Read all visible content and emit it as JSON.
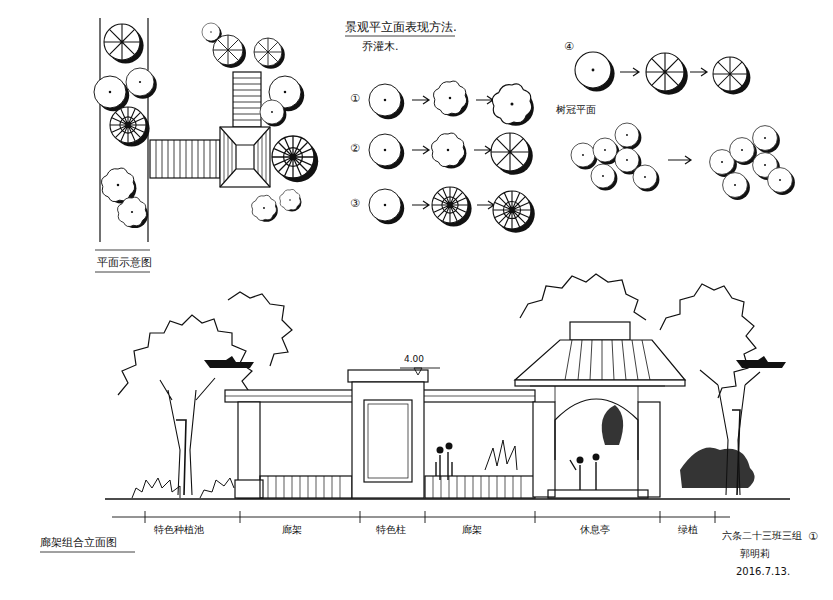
{
  "diagram": {
    "title": "景观平立面表现方法.",
    "labels": [
      "乔灌木.",
      "①",
      "②",
      "③",
      "④",
      "树冠平面",
      "平面示意图",
      "4.00",
      "廊架组合立面图",
      "特色种植池",
      "廊架",
      "特色柱",
      "廊架",
      "休息亭",
      "绿植",
      "六条二十三班三组",
      "①",
      "郭明莉",
      "2016.7.13."
    ]
  }
}
